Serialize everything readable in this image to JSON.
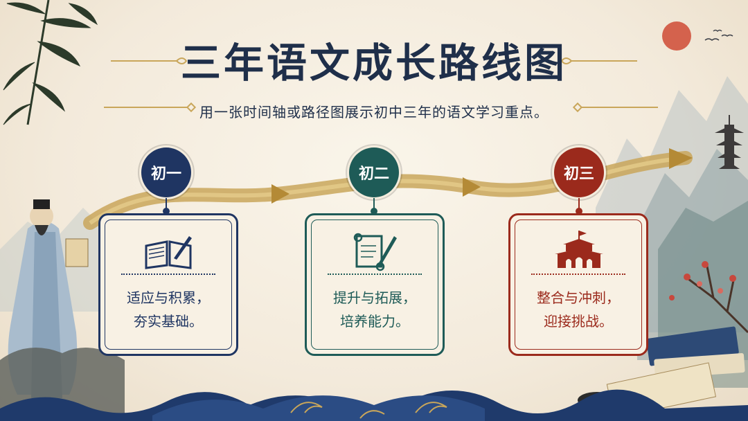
{
  "header": {
    "title": "三年语文成长路线图",
    "subtitle": "用一张时间轴或路径图展示初中三年的语文学习重点。"
  },
  "stages": [
    {
      "badge": "初一",
      "line1": "适应与积累，",
      "line2": "夯实基础。",
      "icon": "open-book-pen-icon",
      "color": "#1f3562"
    },
    {
      "badge": "初二",
      "line1": "提升与拓展，",
      "line2": "培养能力。",
      "icon": "scroll-quill-icon",
      "color": "#1e5b57"
    },
    {
      "badge": "初三",
      "line1": "整合与冲刺，",
      "line2": "迎接挑战。",
      "icon": "palace-gate-icon",
      "color": "#9b2a1c"
    }
  ],
  "colors": {
    "title": "#1f2f4a",
    "gold": "#c9a65a",
    "sun": "#d0533e",
    "wave": "#1f3a6b"
  }
}
